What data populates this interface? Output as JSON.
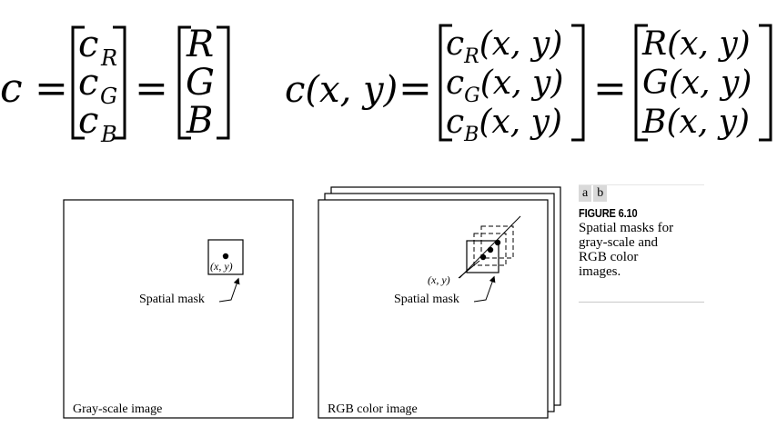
{
  "equation1": {
    "lhs": "c",
    "eq": "=",
    "vec1": [
      "c",
      "c",
      "c"
    ],
    "subs": [
      "R",
      "G",
      "B"
    ],
    "vec2": [
      "R",
      "G",
      "B"
    ]
  },
  "equation2": {
    "lhs_c": "c",
    "args": "(x, y)",
    "eq": "=",
    "vec1_base": [
      "c",
      "c",
      "c"
    ],
    "subs": [
      "R",
      "G",
      "B"
    ],
    "vec2_base": [
      "R",
      "G",
      "B"
    ]
  },
  "panel_a": {
    "image_label": "Gray-scale image",
    "point_label": "(x, y)",
    "mask_label": "Spatial mask"
  },
  "panel_b": {
    "image_label": "RGB color image",
    "point_label": "(x, y)",
    "mask_label": "Spatial mask"
  },
  "caption": {
    "panel_letters": [
      "a",
      "b"
    ],
    "figure_number": "FIGURE 6.10",
    "text_lines": [
      "Spatial masks for",
      "gray-scale and",
      "RGB color",
      "images."
    ]
  }
}
